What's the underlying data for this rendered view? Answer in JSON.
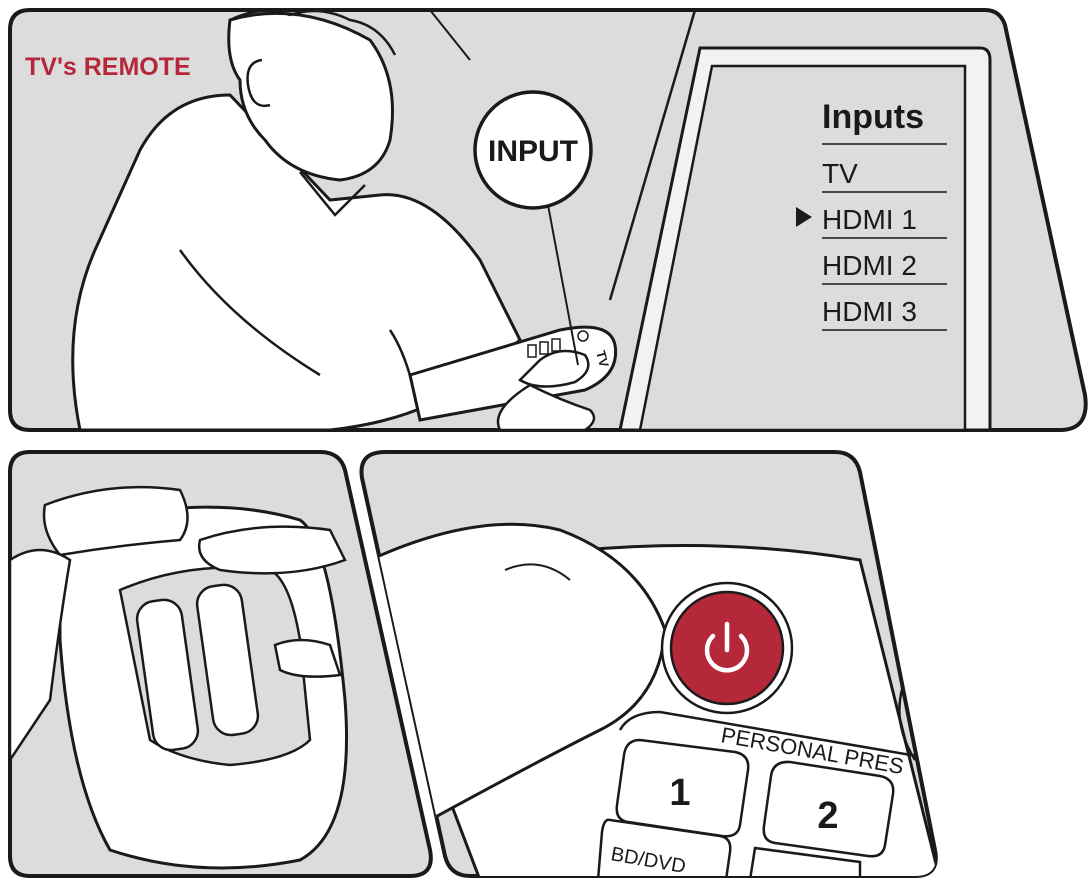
{
  "top_panel": {
    "remote_caption": "TV's REMOTE",
    "input_button_label": "INPUT",
    "remote_tv_label": "TV",
    "tv_menu": {
      "title": "Inputs",
      "items": [
        "TV",
        "HDMI 1",
        "HDMI 2",
        "HDMI 3"
      ],
      "selected_index": 1
    }
  },
  "bottom_right_panel": {
    "power_button_color": "#b5283a",
    "group_label": "PERSONAL PRES",
    "preset_1": "1",
    "preset_2": "2",
    "source_label": "BD/DVD"
  },
  "colors": {
    "panel_background": "#dcdcdc",
    "outline": "#1a1a1a",
    "accent_red": "#b5283a"
  }
}
